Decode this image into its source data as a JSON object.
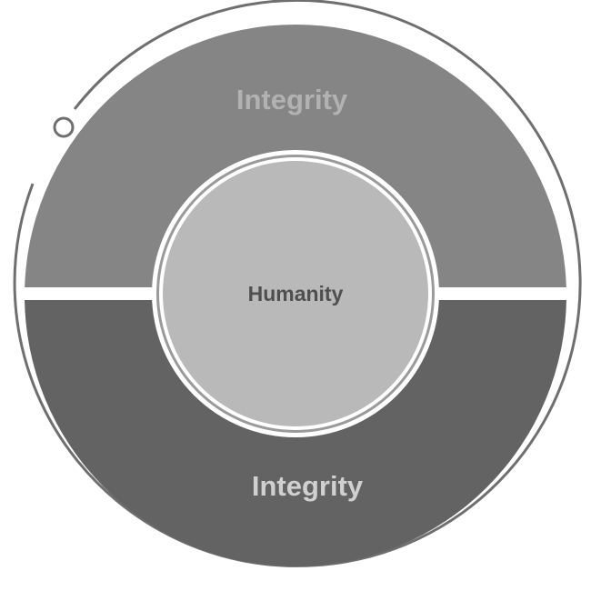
{
  "diagram": {
    "top_segment": {
      "label": "Integrity",
      "fill": "#858585",
      "text_color": "#b2b2b2"
    },
    "bottom_segment": {
      "label": "Integrity",
      "fill": "#636363",
      "text_color": "#d0d0d0"
    },
    "center": {
      "label": "Humanity",
      "fill": "#b9b9b9",
      "ring_color": "#9a9a9a",
      "text_color": "#4f4f4f"
    },
    "outer_ring_color": "#6f6f6f",
    "background": "#ffffff"
  }
}
